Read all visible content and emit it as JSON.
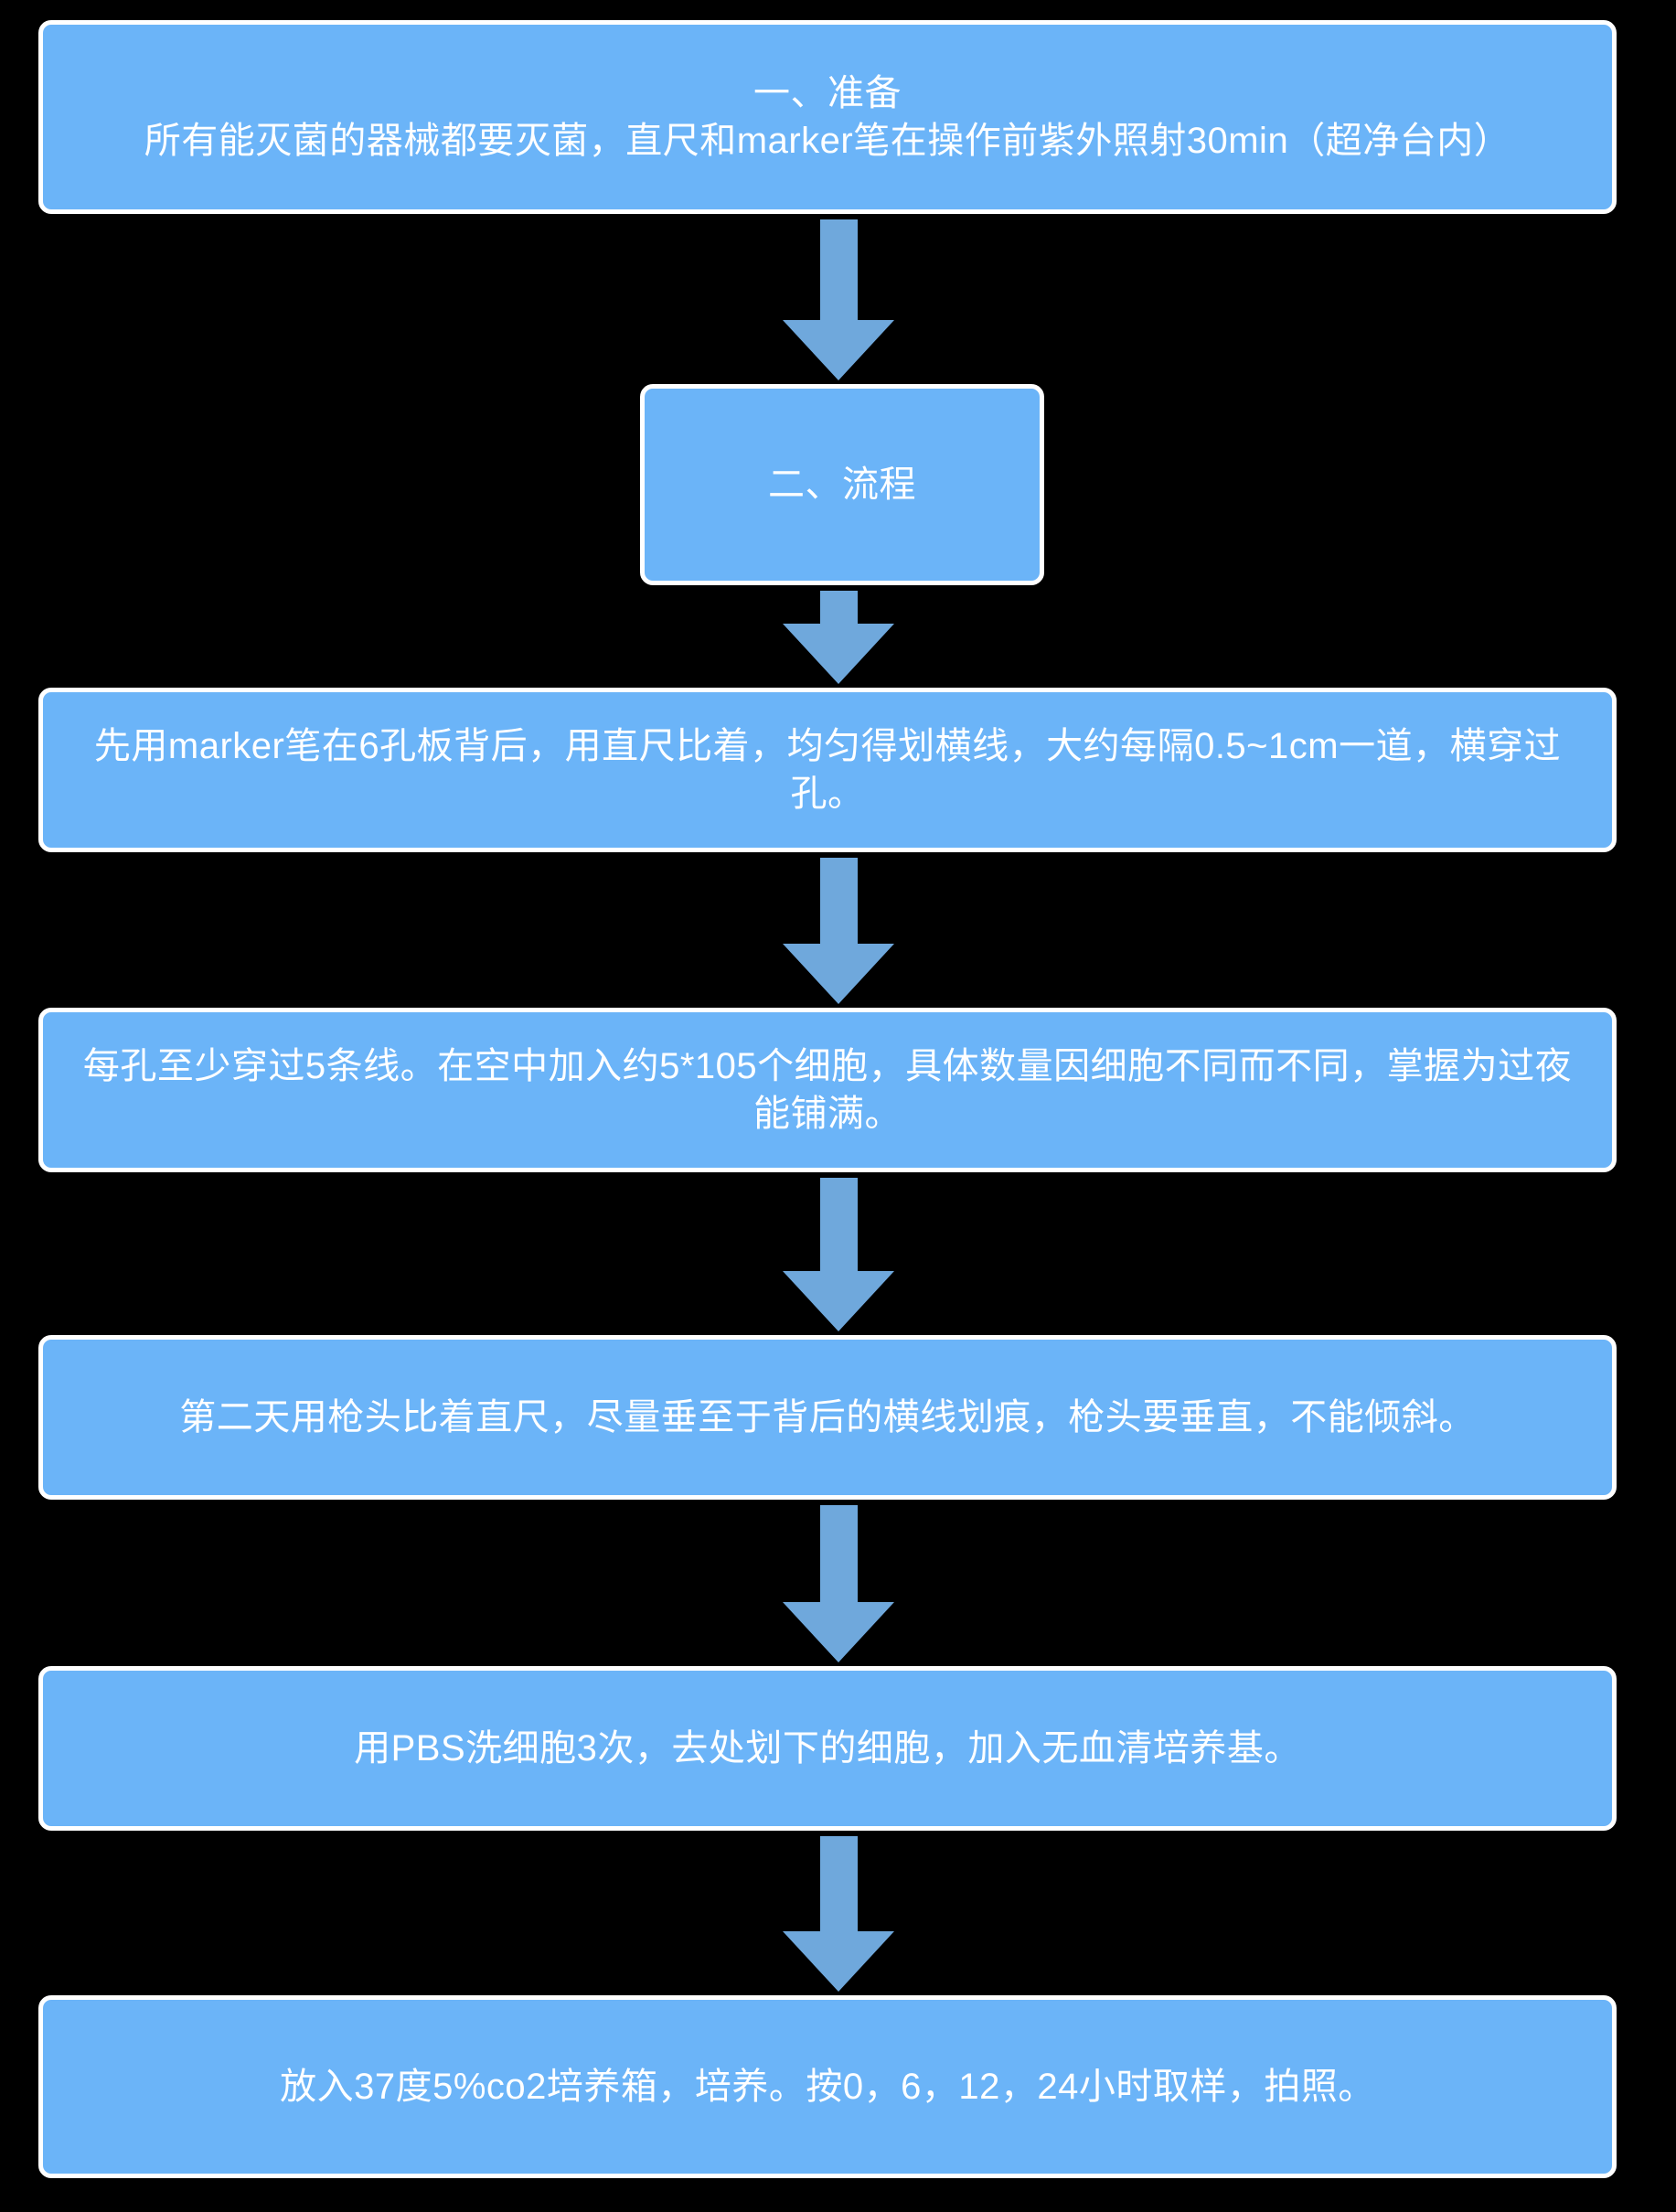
{
  "diagram": {
    "title_node": {
      "id": "node-prepare",
      "text": "一、准备\n所有能灭菌的器械都要灭菌，直尺和marker笔在操作前紫外照射30min（超净台内）"
    },
    "section_node": {
      "id": "node-process",
      "text": "二、流程"
    },
    "steps": [
      {
        "id": "node-marker-lines",
        "text": "先用marker笔在6孔板背后，用直尺比着，均匀得划横线，大约每隔0.5~1cm一道，横穿过孔。"
      },
      {
        "id": "node-seed-cells",
        "text": "每孔至少穿过5条线。在空中加入约5*105个细胞，具体数量因细胞不同而不同，掌握为过夜能铺满。"
      },
      {
        "id": "node-scratch",
        "text": "第二天用枪头比着直尺，尽量垂至于背后的横线划痕，枪头要垂直，不能倾斜。"
      },
      {
        "id": "node-pbs-wash",
        "text": "用PBS洗细胞3次，去处划下的细胞，加入无血清培养基。"
      },
      {
        "id": "node-incubate",
        "text": "放入37度5%co2培养箱，培养。按0，6，12，24小时取样，拍照。"
      }
    ],
    "connectors": [
      {
        "id": "arrow-1",
        "name": "arrow-down-icon"
      },
      {
        "id": "arrow-2",
        "name": "arrow-down-icon"
      },
      {
        "id": "arrow-3",
        "name": "arrow-down-icon"
      },
      {
        "id": "arrow-4",
        "name": "arrow-down-icon"
      },
      {
        "id": "arrow-5",
        "name": "arrow-down-icon"
      },
      {
        "id": "arrow-6",
        "name": "arrow-down-icon"
      }
    ],
    "colors": {
      "background": "#000000",
      "node_fill": "#6bb4f8",
      "node_border": "#ffffff",
      "node_text": "#ffffff",
      "arrow_fill": "#6fa8dc"
    }
  }
}
